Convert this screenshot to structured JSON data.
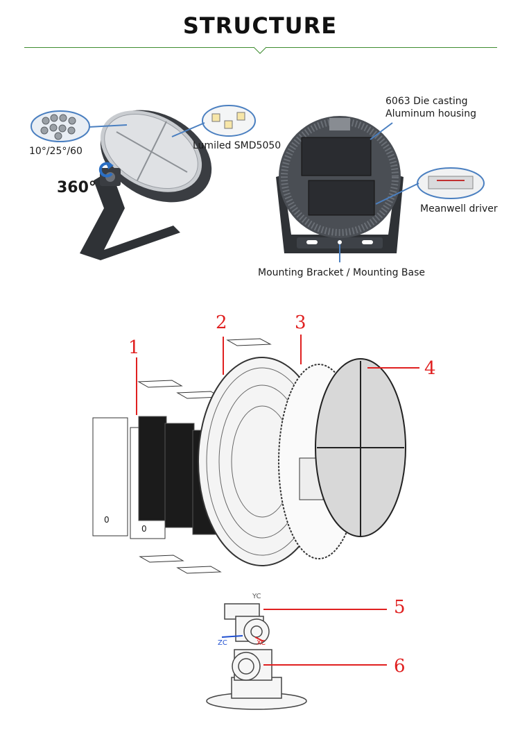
{
  "header": {
    "title": "STRUCTURE",
    "accent_color": "#3d8c2f"
  },
  "product_view": {
    "labels": {
      "beam_angles": "10°/25°/60",
      "led_chip": "Lumiled SMD5050",
      "rotation": "360°",
      "housing_line1": "6063 Die casting",
      "housing_line2": "Aluminum housing",
      "driver": "Meanwell driver",
      "bracket": "Mounting Bracket / Mounting Base"
    },
    "icons": [
      "rotate-arrow-icon"
    ]
  },
  "exploded_view": {
    "part_numbers": [
      "1",
      "2",
      "3",
      "4"
    ],
    "panel_marks": [
      "0",
      "0"
    ],
    "callout_color": "#e02020"
  },
  "bracket_view": {
    "part_numbers": [
      "5",
      "6"
    ],
    "axis_labels": {
      "yc": "YC",
      "zc": "ZC",
      "xc": "XC"
    }
  }
}
